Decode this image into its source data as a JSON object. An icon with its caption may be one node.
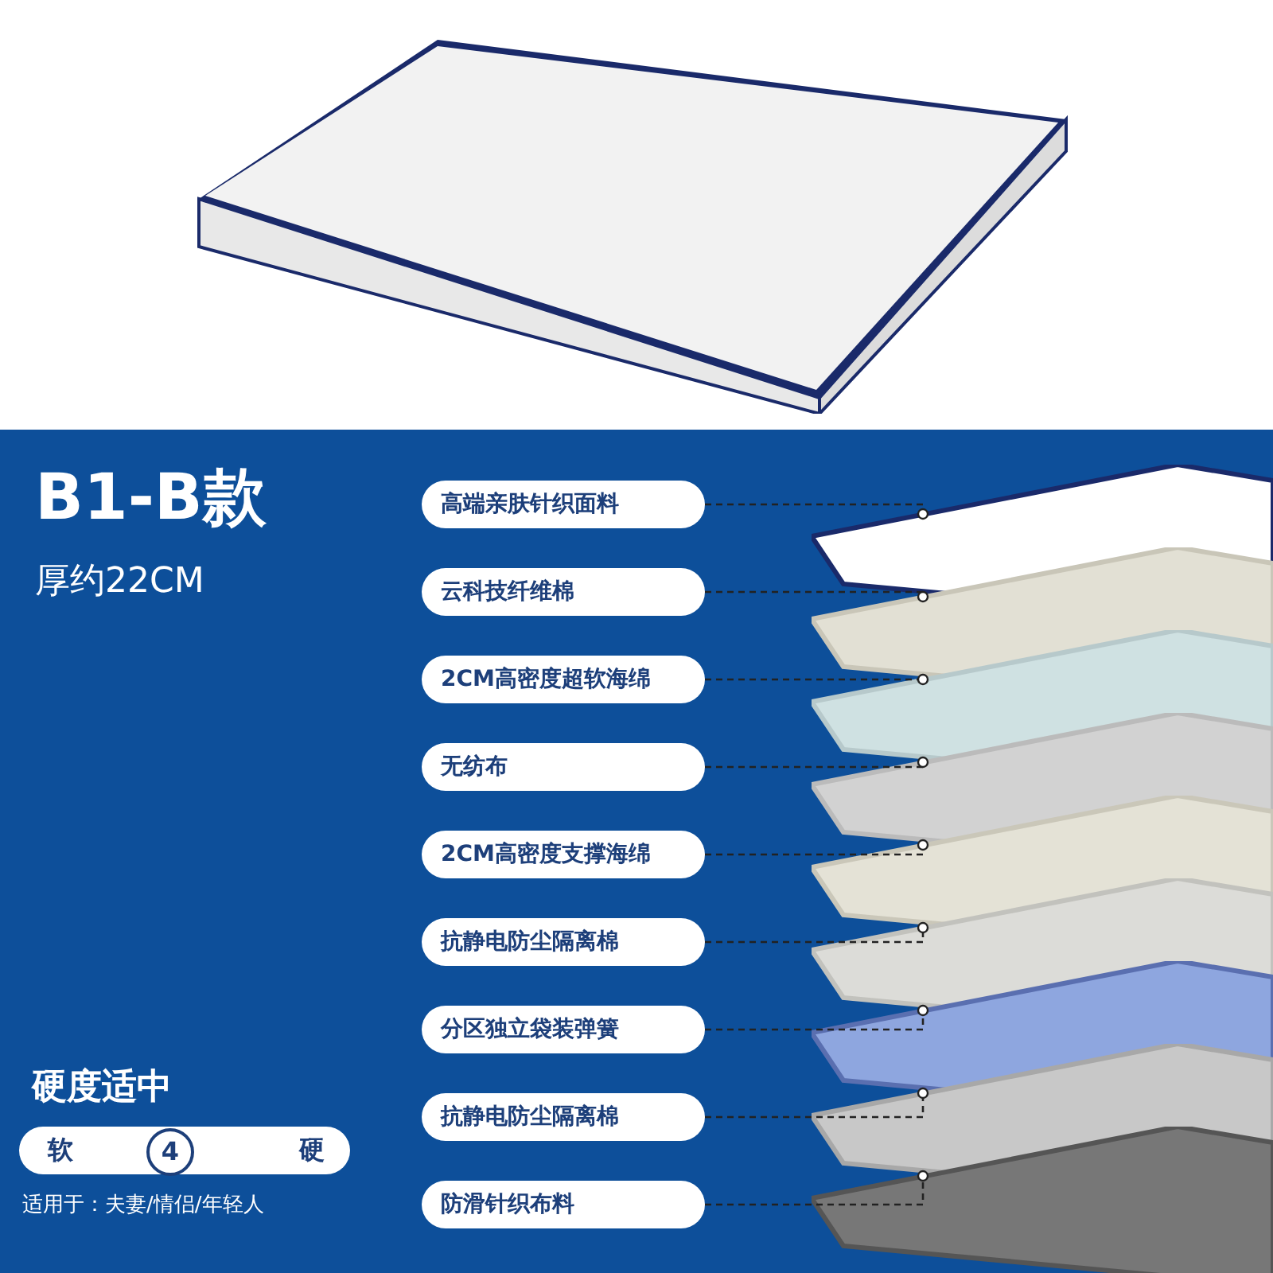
{
  "diagram": {
    "title": "B1-B款",
    "nodes": [
      {
        "text": [
          "高端亲肤针织面料"
        ]
      },
      {
        "text": [
          "云科技纤维棉"
        ]
      },
      {
        "text": [
          "2CM高密度超软海绵"
        ]
      },
      {
        "text": [
          "无纺布"
        ]
      },
      {
        "text": [
          "2CM高密度支撑海绵"
        ]
      },
      {
        "text": [
          "抗静电防尘隔离棉"
        ]
      },
      {
        "text": [
          "分区独立袋装弹簧"
        ]
      },
      {
        "text": [
          "抗静电防尘隔离棉"
        ]
      },
      {
        "text": [
          "防滑针织布料"
        ]
      },
      {
        "text": [],
        "shape": "picture"
      },
      {
        "text": [],
        "shape": "picture"
      },
      {
        "text": [],
        "shape": "picture"
      },
      {
        "text": [],
        "shape": "picture"
      },
      {
        "text": [],
        "shape": "picture"
      },
      {
        "text": [],
        "shape": "picture"
      },
      {
        "text": [],
        "shape": "picture"
      },
      {
        "text": [],
        "shape": "picture"
      },
      {
        "text": [],
        "shape": "picture"
      }
    ],
    "edges": [
      {
        "from": 0,
        "to": 9,
        "arrow": "other"
      },
      {
        "from": 1,
        "to": 10,
        "arrow": "other"
      },
      {
        "from": 2,
        "to": 11,
        "arrow": "other"
      },
      {
        "from": 3,
        "to": 12,
        "arrow": "other"
      },
      {
        "from": 4,
        "to": 13,
        "arrow": "other"
      },
      {
        "from": 5,
        "to": 14,
        "arrow": "other"
      },
      {
        "from": 6,
        "to": 15,
        "arrow": "other"
      },
      {
        "from": 7,
        "to": 16,
        "arrow": "other"
      },
      {
        "from": 8,
        "to": 17,
        "arrow": "other"
      }
    ],
    "labels": [
      "厚约22CM",
      "硬度适中",
      "软",
      "4",
      "硬",
      "适用于：夫妻/情侣/年轻人"
    ]
  }
}
